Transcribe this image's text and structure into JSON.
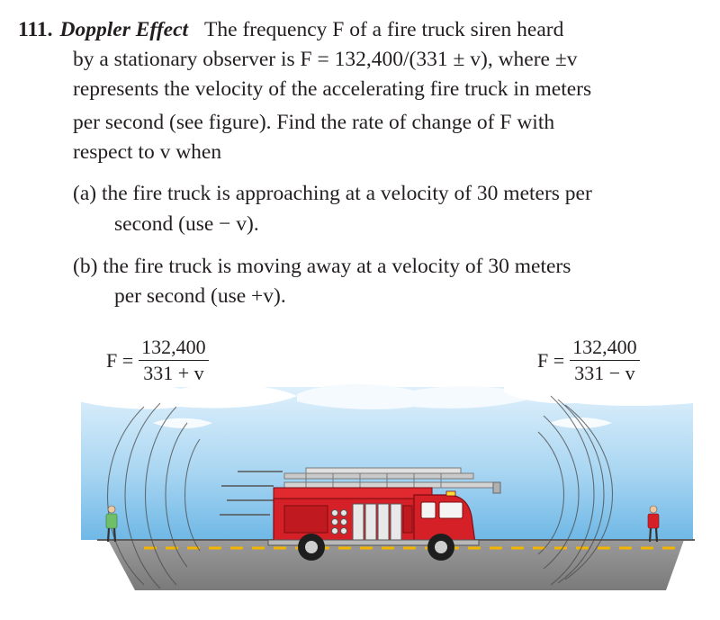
{
  "problem": {
    "number": "111.",
    "title": "Doppler Effect",
    "line1": "The frequency F of a fire truck siren heard",
    "line2": "by a stationary observer is F = 132,400/(331 ± v), where ±v",
    "line3": "represents the velocity of the accelerating fire truck in meters",
    "line4": "per second (see figure). Find the rate of change of F with",
    "line5": "respect to v when",
    "part_a_line1": "(a)  the fire truck is approaching at a velocity of 30 meters per",
    "part_a_line2": "second (use − v).",
    "part_b_line1": "(b)  the fire truck is moving away at a velocity of 30 meters",
    "part_b_line2": "per second (use +v)."
  },
  "figure": {
    "left_formula": {
      "lhs": "F =",
      "numerator": "132,400",
      "denominator": "331 + v"
    },
    "right_formula": {
      "lhs": "F =",
      "numerator": "132,400",
      "denominator": "331 − v"
    },
    "colors": {
      "sky_top": "#e2f1fb",
      "sky_bottom": "#7fc1e9",
      "road": "#8e8e8e",
      "road_edge": "#6a6a6a",
      "lane_marking": "#f2b400",
      "truck_red": "#d62027",
      "truck_dark_red": "#9e1318",
      "ladder": "#c8c8c8"
    }
  }
}
